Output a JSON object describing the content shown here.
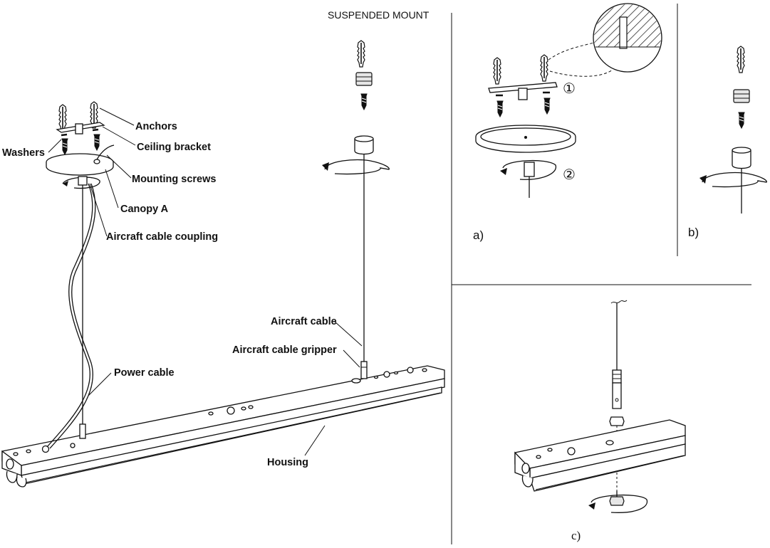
{
  "diagram": {
    "title": "SUSPENDED MOUNT",
    "labels": {
      "anchors": "Anchors",
      "ceiling_bracket": "Ceiling bracket",
      "washers": "Washers",
      "mounting_screws": "Mounting screws",
      "canopy_a": "Canopy A",
      "aircraft_cable_coupling": "Aircraft cable coupling",
      "aircraft_cable": "Aircraft cable",
      "aircraft_cable_gripper": "Aircraft cable gripper",
      "power_cable": "Power cable",
      "housing": "Housing"
    },
    "steps": {
      "a": "a)",
      "b": "b)",
      "c": "c)",
      "one": "①",
      "two": "②"
    }
  }
}
